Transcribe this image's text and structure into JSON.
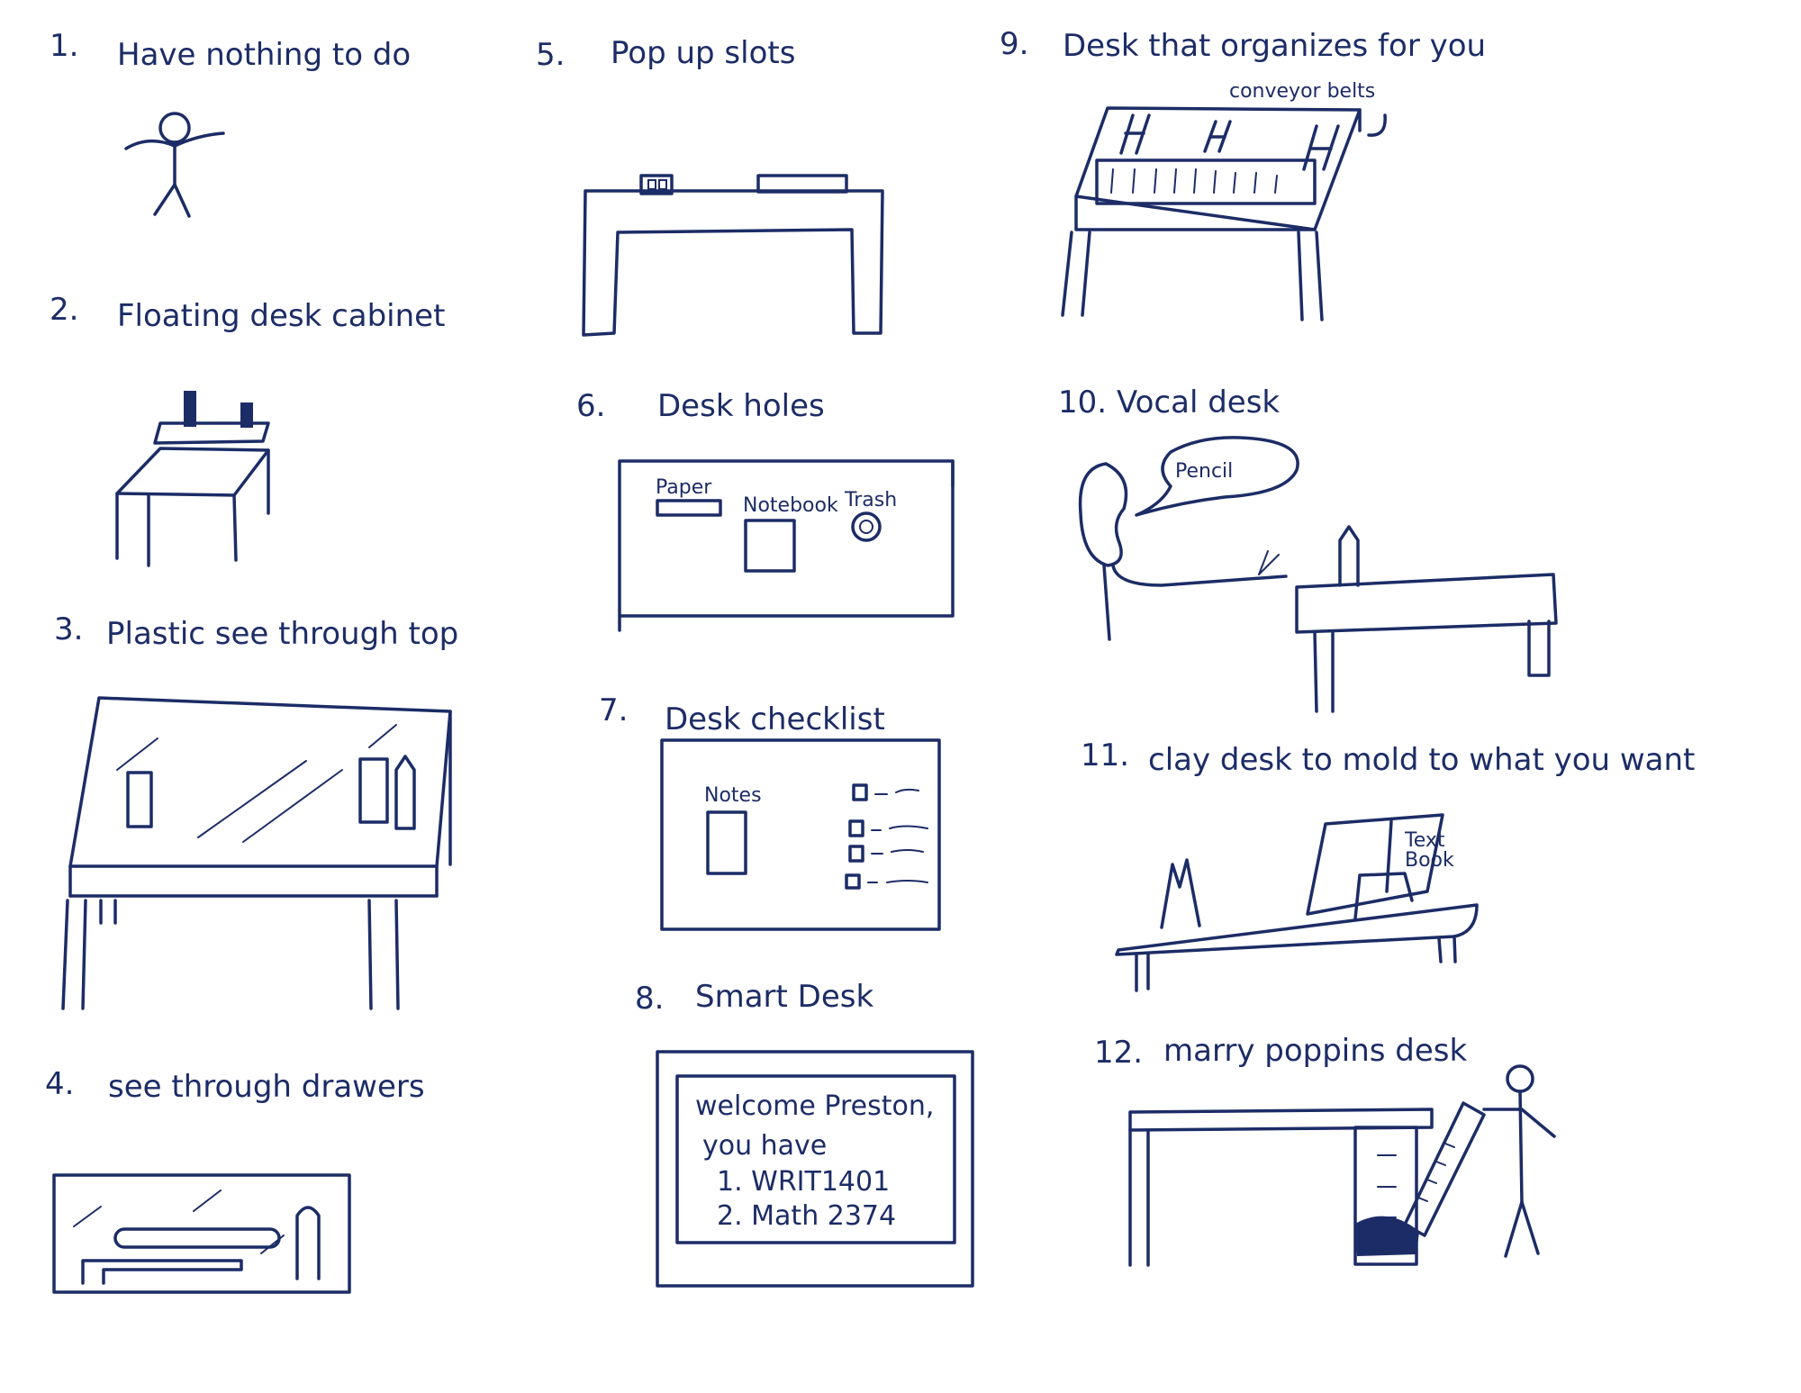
{
  "ink_color": "#1c2c66",
  "ideas": [
    {
      "number": "1.",
      "title": "Have nothing to do"
    },
    {
      "number": "2.",
      "title": "Floating desk cabinet"
    },
    {
      "number": "3.",
      "title": "Plastic see through top"
    },
    {
      "number": "4.",
      "title": "see through drawers"
    },
    {
      "number": "5.",
      "title": "Pop up slots"
    },
    {
      "number": "6.",
      "title": "Desk holes",
      "labels": [
        "Paper",
        "Notebook",
        "Trash"
      ]
    },
    {
      "number": "7.",
      "title": "Desk checklist",
      "labels": [
        "Notes"
      ]
    },
    {
      "number": "8.",
      "title": "Smart Desk",
      "screen_lines": [
        "welcome Preston,",
        "you have",
        "1. WRIT1401",
        "2. Math 2374"
      ]
    },
    {
      "number": "9.",
      "title": "Desk that organizes for you",
      "labels": [
        "conveyor belts"
      ]
    },
    {
      "number": "10.",
      "title": "Vocal desk",
      "labels": [
        "Pencil"
      ]
    },
    {
      "number": "11.",
      "title": "clay desk to mold to what you want",
      "labels": [
        "Text",
        "Book"
      ]
    },
    {
      "number": "12.",
      "title": "marry poppins desk"
    }
  ]
}
